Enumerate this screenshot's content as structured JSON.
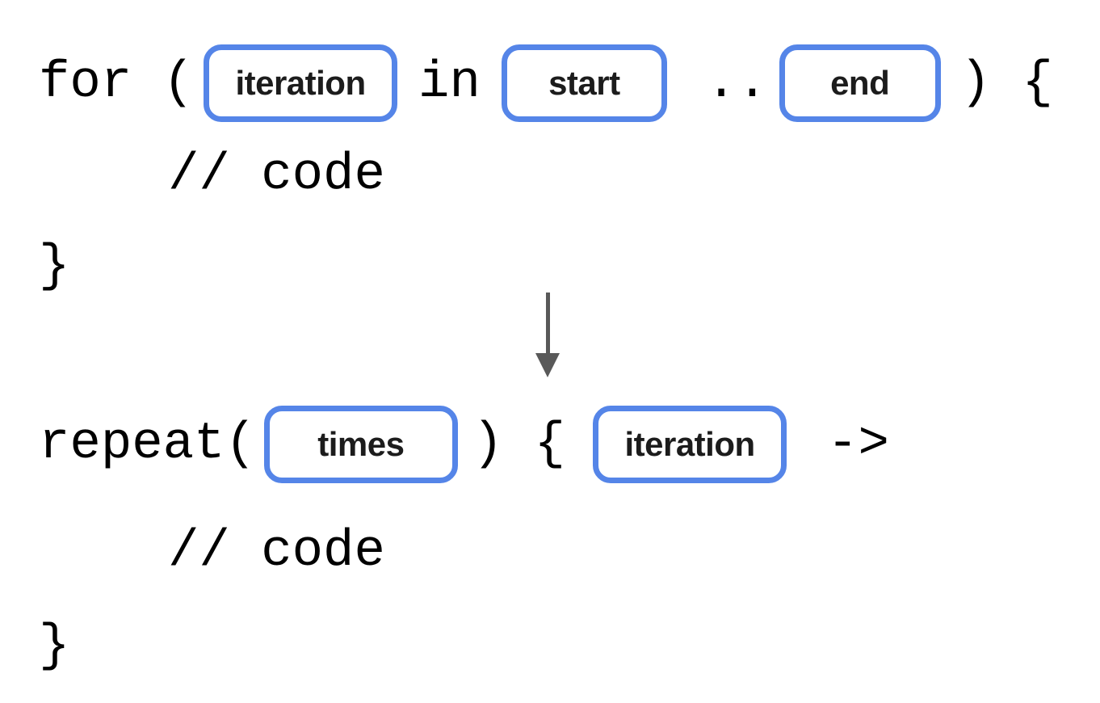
{
  "colors": {
    "background": "#ffffff",
    "placeholder_border": "#5585e8",
    "code_text": "#000000",
    "label_text": "#1c1c1c",
    "arrow": "#595959"
  },
  "for_block": {
    "open": "for (",
    "iteration_label": "iteration",
    "in_keyword": "in",
    "start_label": "start",
    "range_operator": "..",
    "end_label": "end",
    "close": ") {",
    "body_comment": "// code",
    "closing_brace": "}"
  },
  "arrow": {
    "direction": "down"
  },
  "repeat_block": {
    "open": "repeat(",
    "times_label": "times",
    "close_paren_open_brace": ") {",
    "iteration_label": "iteration",
    "lambda_arrow": "->",
    "body_comment": "// code",
    "closing_brace": "}"
  }
}
